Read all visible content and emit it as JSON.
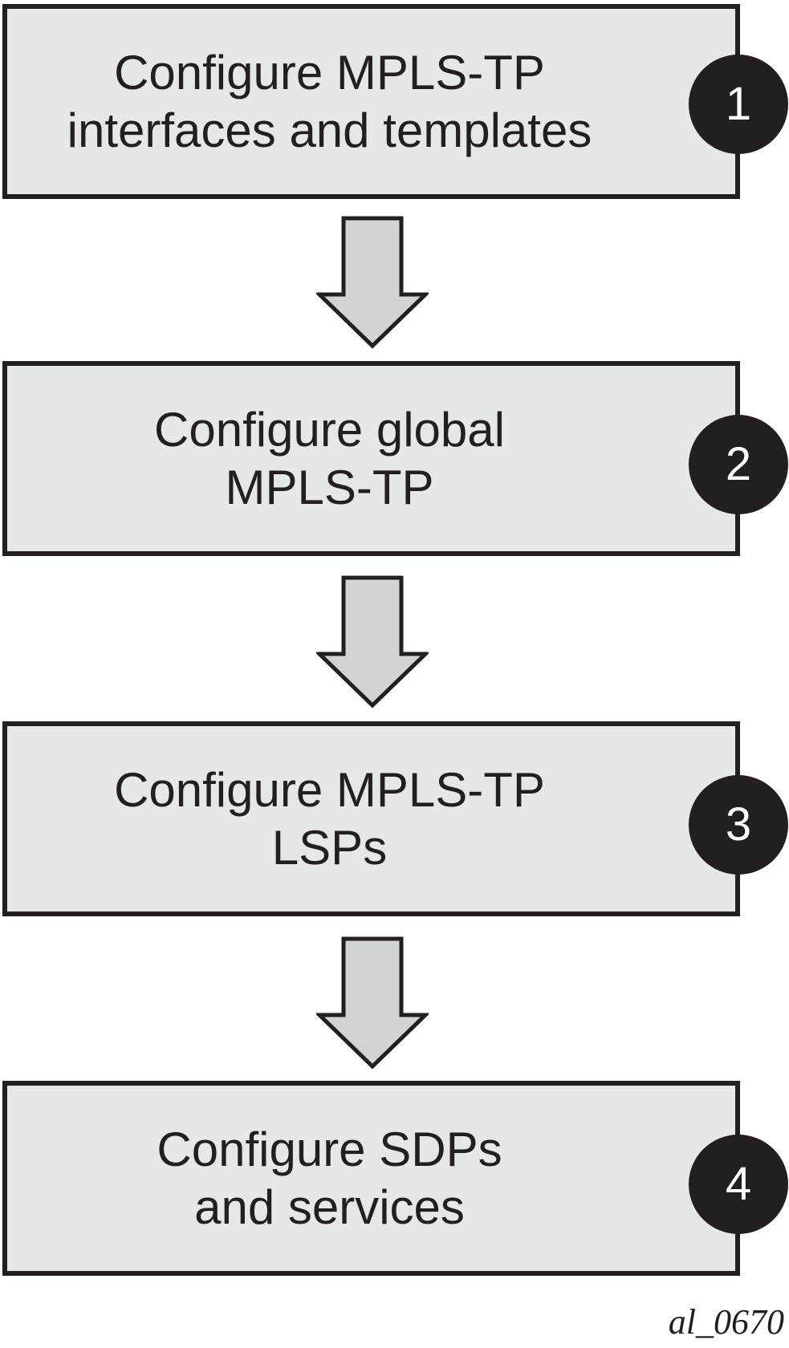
{
  "steps": [
    {
      "lines": [
        "Configure MPLS-TP",
        "interfaces and templates"
      ],
      "badge": "1"
    },
    {
      "lines": [
        "Configure global",
        "MPLS-TP"
      ],
      "badge": "2"
    },
    {
      "lines": [
        "Configure MPLS-TP",
        "LSPs"
      ],
      "badge": "3"
    },
    {
      "lines": [
        "Configure SDPs",
        "and services"
      ],
      "badge": "4"
    }
  ],
  "figure_id": "al_0670",
  "colors": {
    "box_fill": "#e6e7e8",
    "box_border": "#231f20",
    "arrow_fill": "#d1d3d4",
    "badge_fill": "#231f20",
    "badge_text": "#ffffff"
  }
}
